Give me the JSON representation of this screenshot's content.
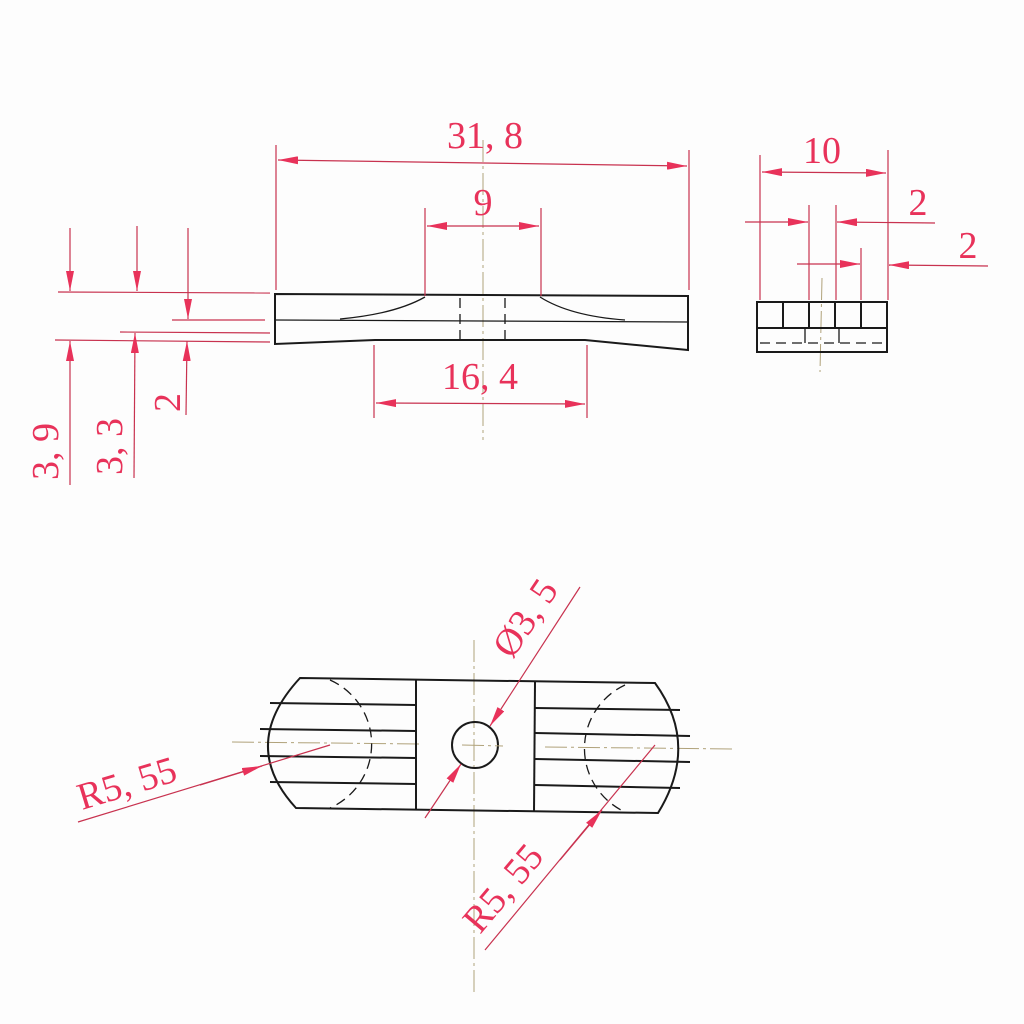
{
  "colors": {
    "dimension": "#e8325a",
    "part_outline": "#1a1a1a",
    "centerline": "#b0a27a"
  },
  "front_view": {
    "overall_length": "31, 8",
    "center_width": "9",
    "bottom_flat_length": "16, 4",
    "height_total": "3, 9",
    "height_mid": "3, 3",
    "height_end": "2"
  },
  "side_view": {
    "width": "10",
    "slot_width": "2",
    "offset": "2"
  },
  "top_view": {
    "hole_diameter": "Ø3, 5",
    "radius_left": "R5, 55",
    "radius_right": "R5, 55"
  }
}
